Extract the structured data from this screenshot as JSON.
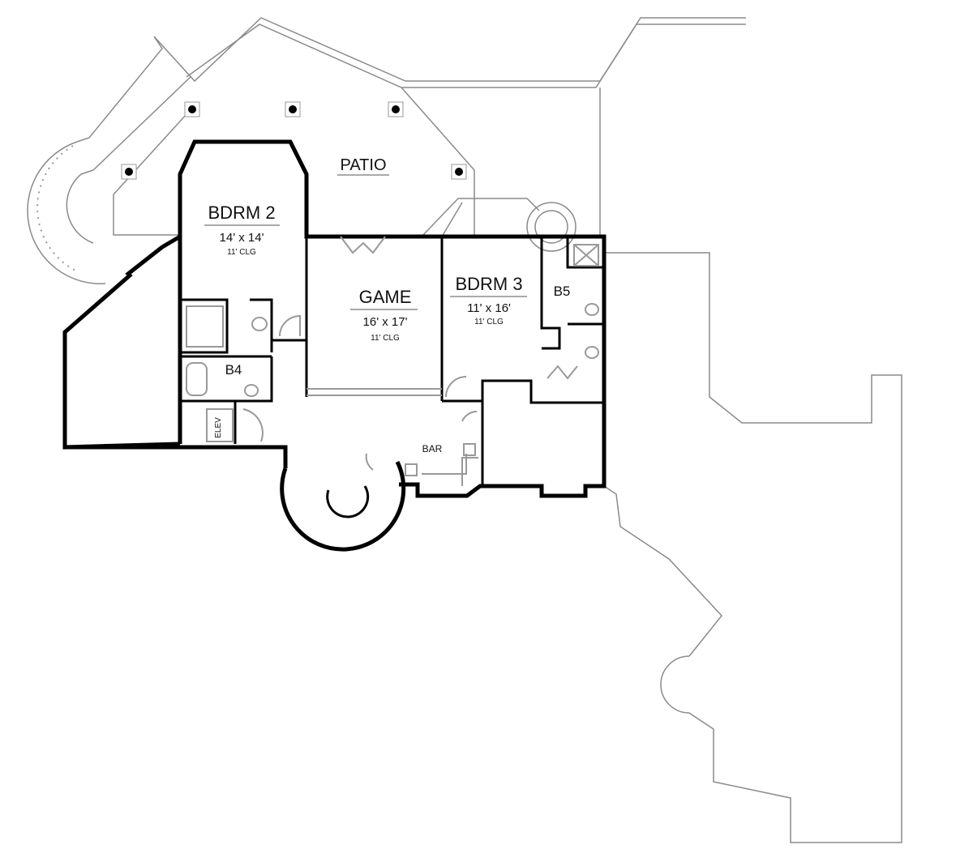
{
  "plan": {
    "patio": {
      "label": "PATIO"
    },
    "bdrm2": {
      "label": "BDRM 2",
      "size": "14' x 14'",
      "ceiling": "11' CLG"
    },
    "game": {
      "label": "GAME",
      "size": "16' x 17'",
      "ceiling": "11' CLG"
    },
    "bdrm3": {
      "label": "BDRM 3",
      "size": "11' x 16'",
      "ceiling": "11' CLG"
    },
    "b5": {
      "label": "B5"
    },
    "b4": {
      "label": "B4"
    },
    "elev": {
      "label": "ELEV"
    },
    "bar": {
      "label": "BAR"
    }
  }
}
